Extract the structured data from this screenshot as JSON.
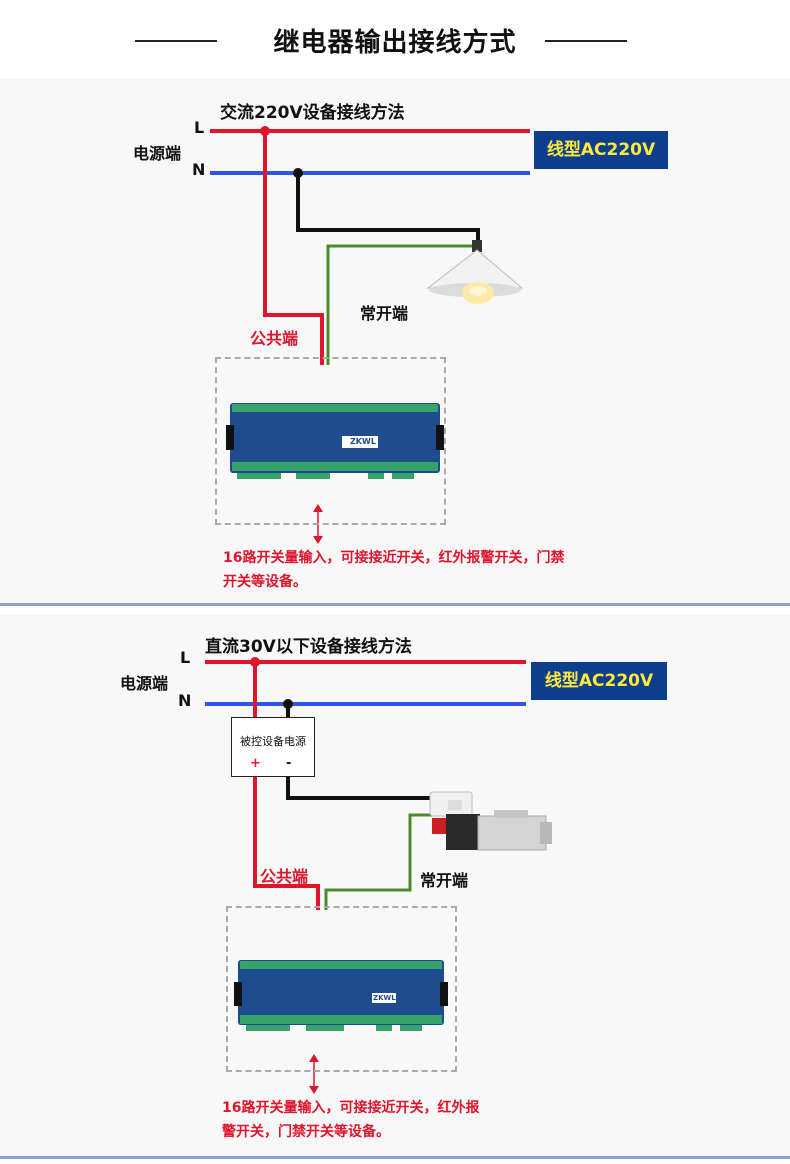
{
  "title": "继电器输出接线方式",
  "colors": {
    "live": "#e0142a",
    "neutral": "#2e55e6",
    "ground": "#111111",
    "signal": "#4c8a2c",
    "badge_bg": "#0d3e8e",
    "badge_text": "#ffe93a"
  },
  "section_ac": {
    "heading": "交流220V设备接线方法",
    "power_label": "电源端",
    "l_label": "L",
    "n_label": "N",
    "badge": "线型AC220V",
    "nc_label": "常开端",
    "common_label": "公共端",
    "device_icon": "pendant-lamp-icon",
    "note": "16路开关量输入，可接接近开关，红外报警开关，门禁开关等设备。"
  },
  "section_dc": {
    "heading": "直流30V以下设备接线方法",
    "power_label": "电源端",
    "l_label": "L",
    "n_label": "N",
    "badge": "线型AC220V",
    "psu_label": "被控设备电源",
    "psu_plus": "+",
    "psu_minus": "-",
    "nc_label": "常开端",
    "common_label": "公共端",
    "device_icon": "solenoid-valve-icon",
    "note": "16路开关量输入，可接接近开关，红外报警开关，门禁开关等设备。"
  },
  "module": {
    "brand": "ZKWL"
  }
}
